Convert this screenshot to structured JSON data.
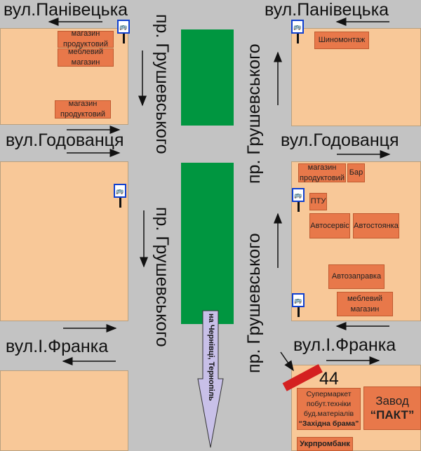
{
  "streets": {
    "panivetska": "вул.Панівецька",
    "hodovantsia": "вул.Годованця",
    "franka": "вул.І.Франка",
    "hrushevskoho": "пр. Грушевського"
  },
  "direction_sign": "на Чернівці, Тернопіль",
  "building_number": "44",
  "shops": {
    "tl1": "магазин продуктовий",
    "tl2": "меблевий магазин",
    "tl3": "магазин продуктовий",
    "tr1": "Шиномонтаж",
    "mr1": "магазин продуктовий",
    "mr2": "Бар",
    "mr3": "ПТУ",
    "mr4": "Автосервіс",
    "mr5": "Автостоянка",
    "mr6": "Автозаправка",
    "mr7": "меблевий магазин",
    "br1a": "Супермаркет побут.техніки буд.матеріалів",
    "br1b": "“Західна брама”",
    "br2a": "Завод",
    "br2b": "“ПАКТ”",
    "br3": "Укрпромбанк"
  },
  "colors": {
    "block": "#f8c898",
    "shop": "#e8784a",
    "park": "#009640",
    "road": "#c3c3c3",
    "bus": "#1040d0",
    "barrier": "#d42020",
    "direction": "#c8c0e8"
  }
}
